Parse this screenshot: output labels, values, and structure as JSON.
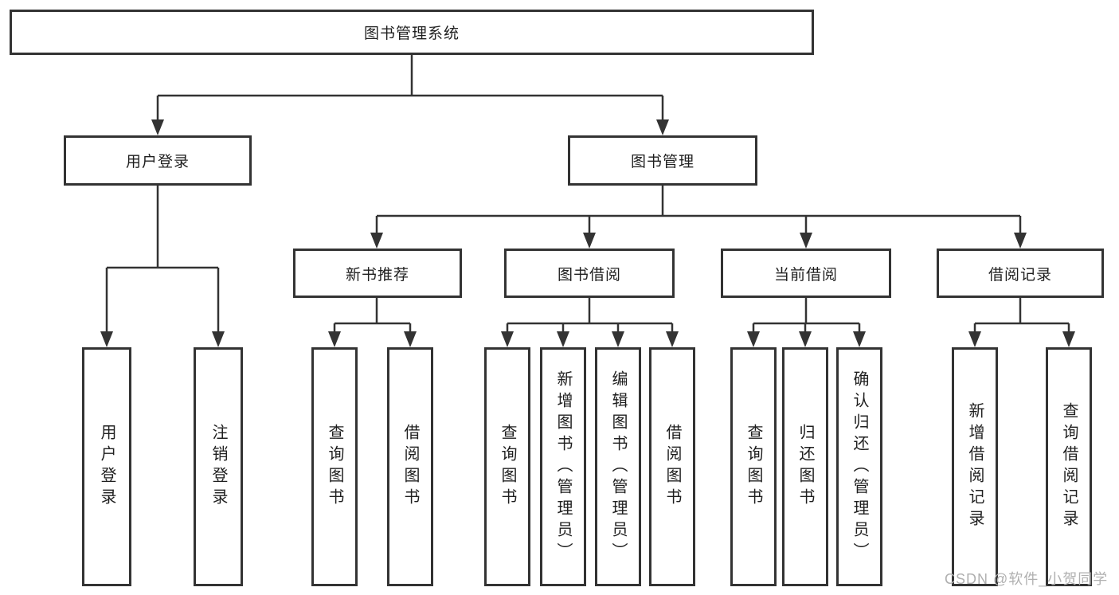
{
  "diagram": {
    "type": "hierarchy-diagram",
    "root": "图书管理系统",
    "branches": [
      {
        "label": "用户登录",
        "children": [
          "用户登录",
          "注销登录"
        ]
      },
      {
        "label": "图书管理",
        "sections": [
          {
            "label": "新书推荐",
            "children": [
              "查询图书",
              "借阅图书"
            ]
          },
          {
            "label": "图书借阅",
            "children": [
              "查询图书",
              "新增图书（管理员）",
              "编辑图书（管理员）",
              "借阅图书"
            ]
          },
          {
            "label": "当前借阅",
            "children": [
              "查询图书",
              "归还图书",
              "确认归还（管理员）"
            ]
          },
          {
            "label": "借阅记录",
            "children": [
              "新增借阅记录",
              "查询借阅记录"
            ]
          }
        ]
      }
    ]
  },
  "watermark": "CSDN @软件_小贺同学",
  "colors": {
    "line": "#333333",
    "text": "#1f1f1f",
    "background": "#ffffff",
    "watermark": "#b0b0b0"
  }
}
